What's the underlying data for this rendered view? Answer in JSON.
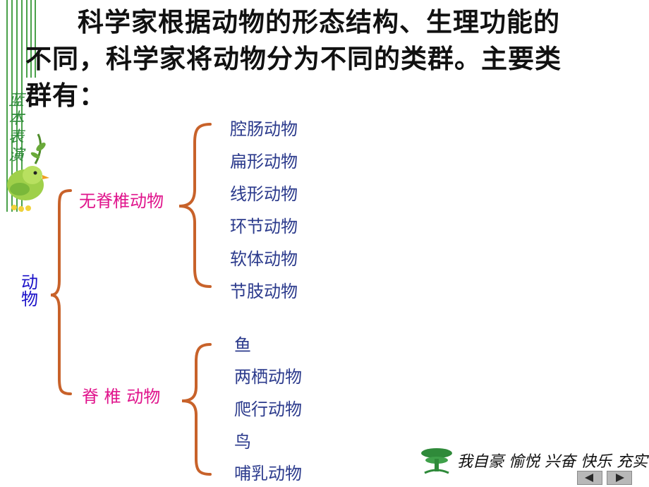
{
  "intro": "科学家根据动物的形态结构、生理功能的不同，科学家将动物分为不同的类群。主要类群有：",
  "side_logo_text": "蓝本表演",
  "tree": {
    "root": "动物",
    "invertebrates": {
      "label": "无脊椎动物",
      "items": [
        "腔肠动物",
        "扁形动物",
        "线形动物",
        "环节动物",
        "软体动物",
        "节肢动物"
      ]
    },
    "vertebrates": {
      "label": "脊 椎 动物",
      "items": [
        "鱼",
        "两栖动物",
        "爬行动物",
        "鸟",
        "哺乳动物"
      ]
    }
  },
  "footer": {
    "motto": "我自豪 愉悦 兴奋 快乐 充实"
  },
  "colors": {
    "brace": "#c8622a",
    "category": "#e0148c",
    "root": "#1a10c8",
    "leaf": "#2b3a8c",
    "deco_green": "#2f8a3a"
  },
  "icons": [
    "bird-mascot-icon",
    "tree-logo-icon",
    "prev-arrow-icon",
    "next-arrow-icon"
  ]
}
